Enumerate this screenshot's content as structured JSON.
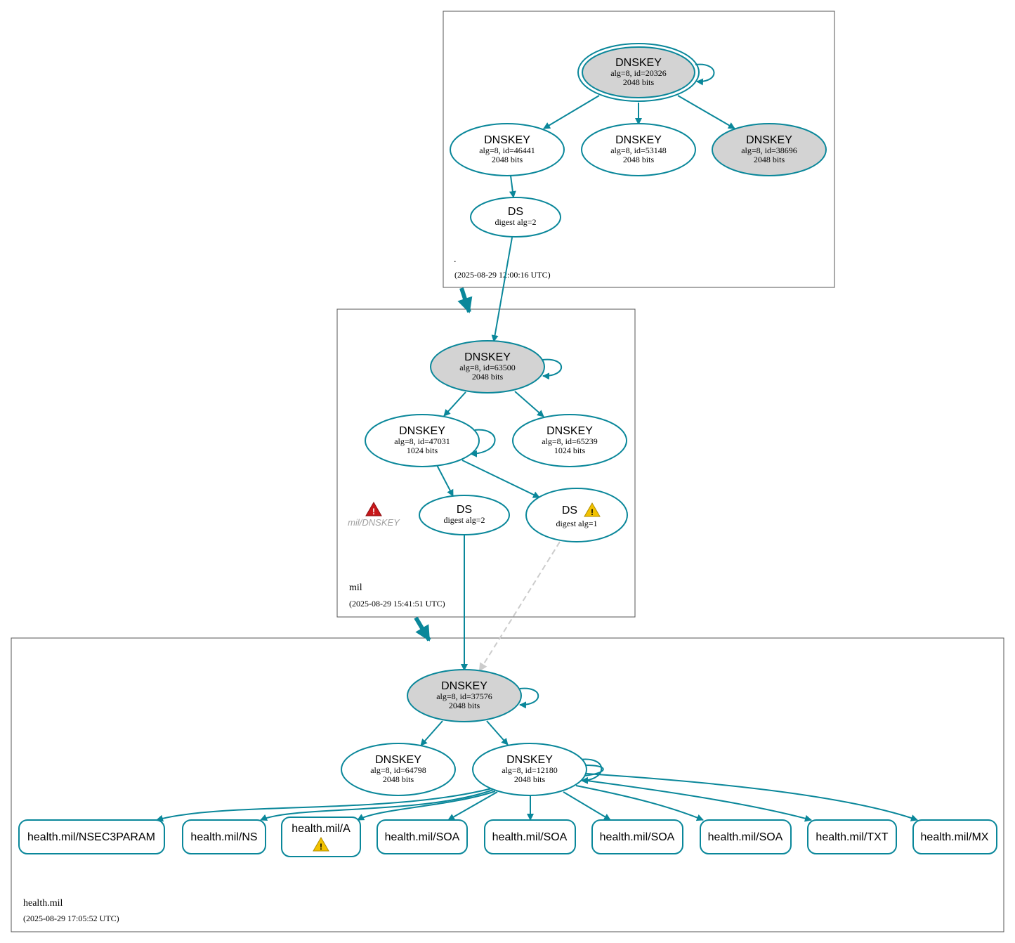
{
  "colors": {
    "edge": "#0a879a",
    "ksk_fill": "#d3d3d3",
    "zone_border": "#555555",
    "dashed": "#cccccc",
    "warn": "#f2c200",
    "error": "#c8171a"
  },
  "zones": [
    {
      "id": "root",
      "name": ".",
      "time": "(2025-08-29 12:00:16 UTC)"
    },
    {
      "id": "mil",
      "name": "mil",
      "time": "(2025-08-29 15:41:51 UTC)"
    },
    {
      "id": "health",
      "name": "health.mil",
      "time": "(2025-08-29 17:05:52 UTC)"
    }
  ],
  "dnskeys": [
    {
      "id": "k20326",
      "title": "DNSKEY",
      "line1": "alg=8, id=20326",
      "line2": "2048 bits",
      "ksk": true,
      "trust_anchor": true
    },
    {
      "id": "k46441",
      "title": "DNSKEY",
      "line1": "alg=8, id=46441",
      "line2": "2048 bits",
      "ksk": false
    },
    {
      "id": "k53148",
      "title": "DNSKEY",
      "line1": "alg=8, id=53148",
      "line2": "2048 bits",
      "ksk": false
    },
    {
      "id": "k38696",
      "title": "DNSKEY",
      "line1": "alg=8, id=38696",
      "line2": "2048 bits",
      "ksk": true
    },
    {
      "id": "k63500",
      "title": "DNSKEY",
      "line1": "alg=8, id=63500",
      "line2": "2048 bits",
      "ksk": true
    },
    {
      "id": "k47031",
      "title": "DNSKEY",
      "line1": "alg=8, id=47031",
      "line2": "1024 bits",
      "ksk": false
    },
    {
      "id": "k65239",
      "title": "DNSKEY",
      "line1": "alg=8, id=65239",
      "line2": "1024 bits",
      "ksk": false
    },
    {
      "id": "k37576",
      "title": "DNSKEY",
      "line1": "alg=8, id=37576",
      "line2": "2048 bits",
      "ksk": true
    },
    {
      "id": "k64798",
      "title": "DNSKEY",
      "line1": "alg=8, id=64798",
      "line2": "2048 bits",
      "ksk": false
    },
    {
      "id": "k12180",
      "title": "DNSKEY",
      "line1": "alg=8, id=12180",
      "line2": "2048 bits",
      "ksk": false
    }
  ],
  "ds": [
    {
      "id": "ds_root",
      "title": "DS",
      "line1": "digest alg=2",
      "warning": false
    },
    {
      "id": "ds_mil2",
      "title": "DS",
      "line1": "digest alg=2",
      "warning": false
    },
    {
      "id": "ds_mil1",
      "title": "DS",
      "line1": "digest alg=1",
      "warning": true
    }
  ],
  "rrsets": [
    {
      "id": "rr1",
      "label": "health.mil/NSEC3PARAM",
      "warning": false
    },
    {
      "id": "rr2",
      "label": "health.mil/NS",
      "warning": false
    },
    {
      "id": "rr3",
      "label": "health.mil/A",
      "warning": true
    },
    {
      "id": "rr4",
      "label": "health.mil/SOA",
      "warning": false
    },
    {
      "id": "rr5",
      "label": "health.mil/SOA",
      "warning": false
    },
    {
      "id": "rr6",
      "label": "health.mil/SOA",
      "warning": false
    },
    {
      "id": "rr7",
      "label": "health.mil/SOA",
      "warning": false
    },
    {
      "id": "rr8",
      "label": "health.mil/TXT",
      "warning": false
    },
    {
      "id": "rr9",
      "label": "health.mil/MX",
      "warning": false
    }
  ],
  "errors": [
    {
      "id": "err_mil_dnskey",
      "label": "mil/DNSKEY"
    }
  ]
}
